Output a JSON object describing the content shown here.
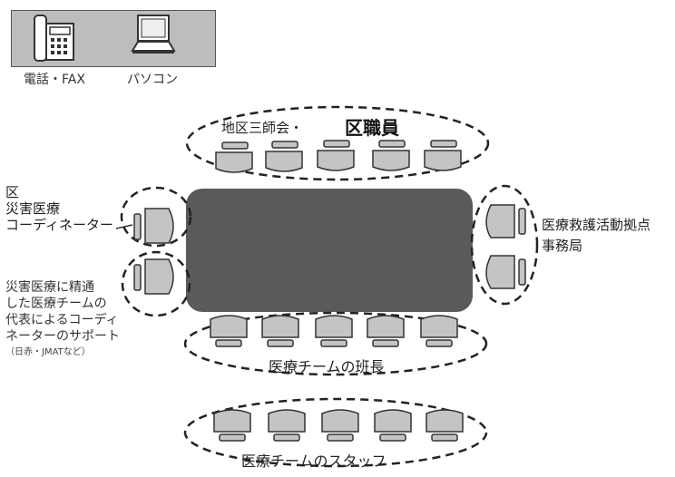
{
  "legend": {
    "phone_label": "電話・FAX",
    "pc_label": "パソコン"
  },
  "groups": {
    "top_label_a": "地区三師会・",
    "top_label_b": "区職員",
    "left_top": [
      "区",
      "災害医療",
      "コーディネーター"
    ],
    "left_bottom": [
      "災害医療に精通",
      "した医療チームの",
      "代表によるコーディ",
      "ネーターのサポート",
      "（日赤・JMATなど）"
    ],
    "right": [
      "医療救護活動拠点",
      "事務局"
    ],
    "bottom_label": "医療チームの班長",
    "staff_label": "医療チームのスタッフ"
  },
  "colors": {
    "table": "#5a5a5a",
    "chair": "#c4c4c4",
    "legend_bg": "#bdbdbd"
  }
}
